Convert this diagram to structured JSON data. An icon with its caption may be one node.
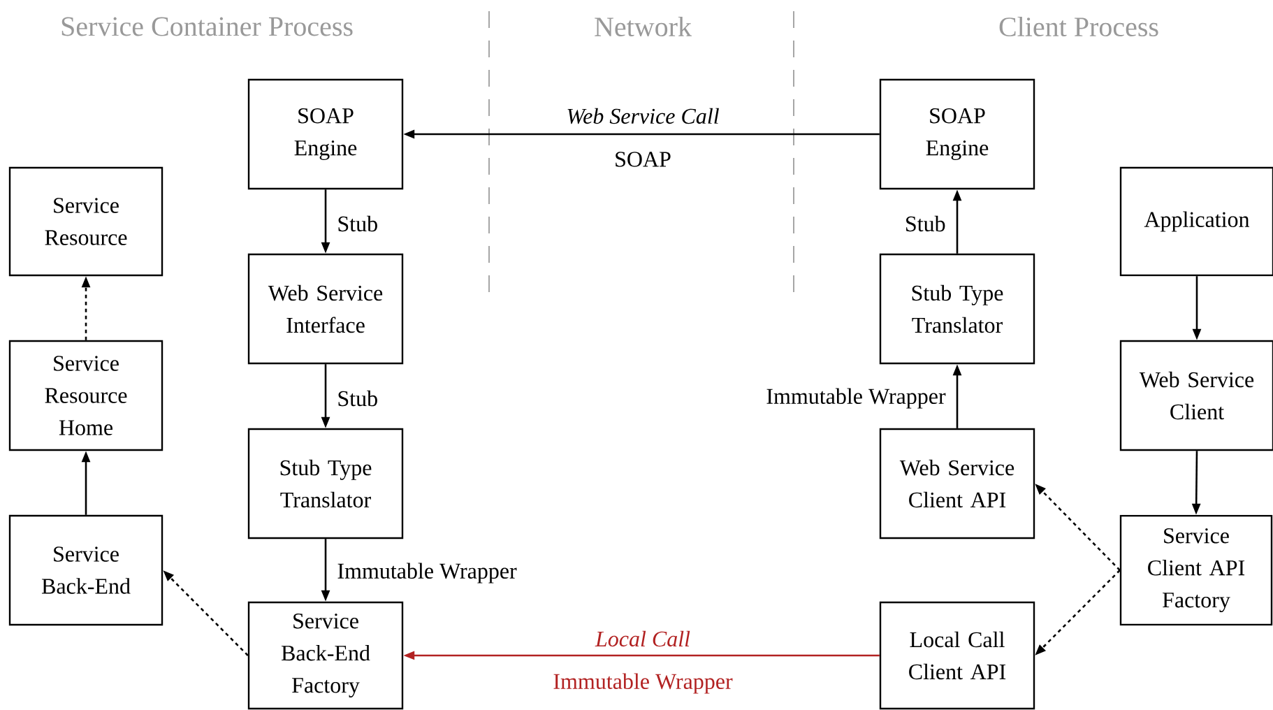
{
  "diagram": {
    "nodes": [
      {
        "text": [
          "SOAP Engine"
        ]
      },
      {
        "text": [
          "Web Service Interface"
        ]
      },
      {
        "text": [
          "Stub Type Translator"
        ]
      },
      {
        "text": [
          "Service Back-End Factory"
        ]
      },
      {
        "text": [
          "Service Resource"
        ]
      },
      {
        "text": [
          "Service Resource Home"
        ]
      },
      {
        "text": [
          "Service Back-End"
        ]
      },
      {
        "text": [
          "SOAP Engine"
        ]
      },
      {
        "text": [
          "Stub Type Translator"
        ]
      },
      {
        "text": [
          "Web Service Client API"
        ]
      },
      {
        "text": [
          "Local Call Client API"
        ]
      },
      {
        "text": [
          "Application"
        ]
      },
      {
        "text": [
          "Web Service Client"
        ]
      },
      {
        "text": [
          "Service Client API Factory"
        ]
      }
    ],
    "edges": [
      {
        "from": 7,
        "to": 0,
        "arrow": "to",
        "label": "*Web Service Call*"
      },
      {
        "from": 0,
        "to": 1,
        "arrow": "to",
        "label": "Stub"
      },
      {
        "from": 1,
        "to": 2,
        "arrow": "to",
        "label": "Stub"
      },
      {
        "from": 2,
        "to": 3,
        "arrow": "to",
        "label": "Immutable Wrapper"
      },
      {
        "from": 10,
        "to": 3,
        "arrow": "to",
        "label": "*Local Call*",
        "color": "#b22222"
      },
      {
        "from": 3,
        "to": 6,
        "arrow": "to",
        "style": "dashed"
      },
      {
        "from": 6,
        "to": 5,
        "arrow": "to"
      },
      {
        "from": 5,
        "to": 4,
        "arrow": "to",
        "style": "dashed"
      },
      {
        "from": 9,
        "to": 8,
        "arrow": "to",
        "label": "Immutable Wrapper"
      },
      {
        "from": 8,
        "to": 7,
        "arrow": "to",
        "label": "Stub"
      },
      {
        "from": 11,
        "to": 12,
        "arrow": "to"
      },
      {
        "from": 12,
        "to": 13,
        "arrow": "to"
      },
      {
        "from": 13,
        "to": 9,
        "arrow": "to",
        "style": "dashed"
      },
      {
        "from": 13,
        "to": 10,
        "arrow": "to",
        "style": "dashed"
      }
    ],
    "labels": [
      "Service Container Process",
      "Network",
      "Client Process",
      "SOAP",
      "Immutable Wrapper"
    ]
  }
}
